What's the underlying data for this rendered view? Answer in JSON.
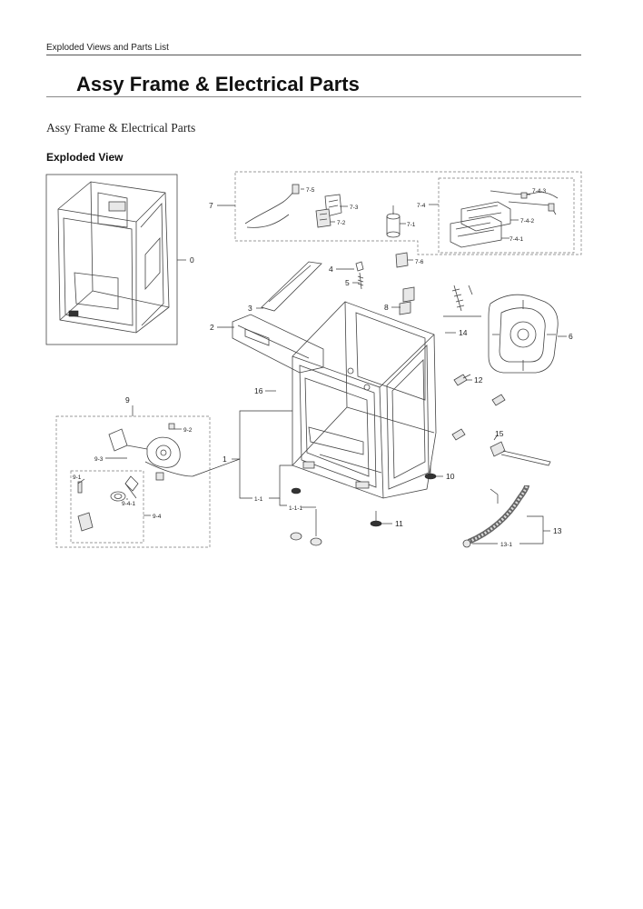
{
  "header": {
    "section": "Exploded Views and Parts List"
  },
  "title": "Assy Frame & Electrical Parts",
  "subtitle": "Assy Frame & Electrical Parts",
  "exploded_view": {
    "heading": "Exploded View",
    "callouts": {
      "c0": "0",
      "c1": "1",
      "c1_1": "1-1",
      "c1_1_1": "1-1-1",
      "c2": "2",
      "c3": "3",
      "c4": "4",
      "c5": "5",
      "c6": "6",
      "c7": "7",
      "c7_1": "7-1",
      "c7_2": "7-2",
      "c7_3": "7-3",
      "c7_4": "7-4",
      "c7_4_1": "7-4-1",
      "c7_4_2": "7-4-2",
      "c7_4_3": "7-4-3",
      "c7_5": "7-5",
      "c7_6": "7-6",
      "c8": "8",
      "c9": "9",
      "c9_1": "9-1",
      "c9_2": "9-2",
      "c9_3": "9-3",
      "c9_4": "9-4",
      "c9_4_1": "9-4-1",
      "c10": "10",
      "c11": "11",
      "c12": "12",
      "c13": "13",
      "c13_1": "13-1",
      "c14": "14",
      "c15": "15",
      "c16": "16"
    }
  }
}
